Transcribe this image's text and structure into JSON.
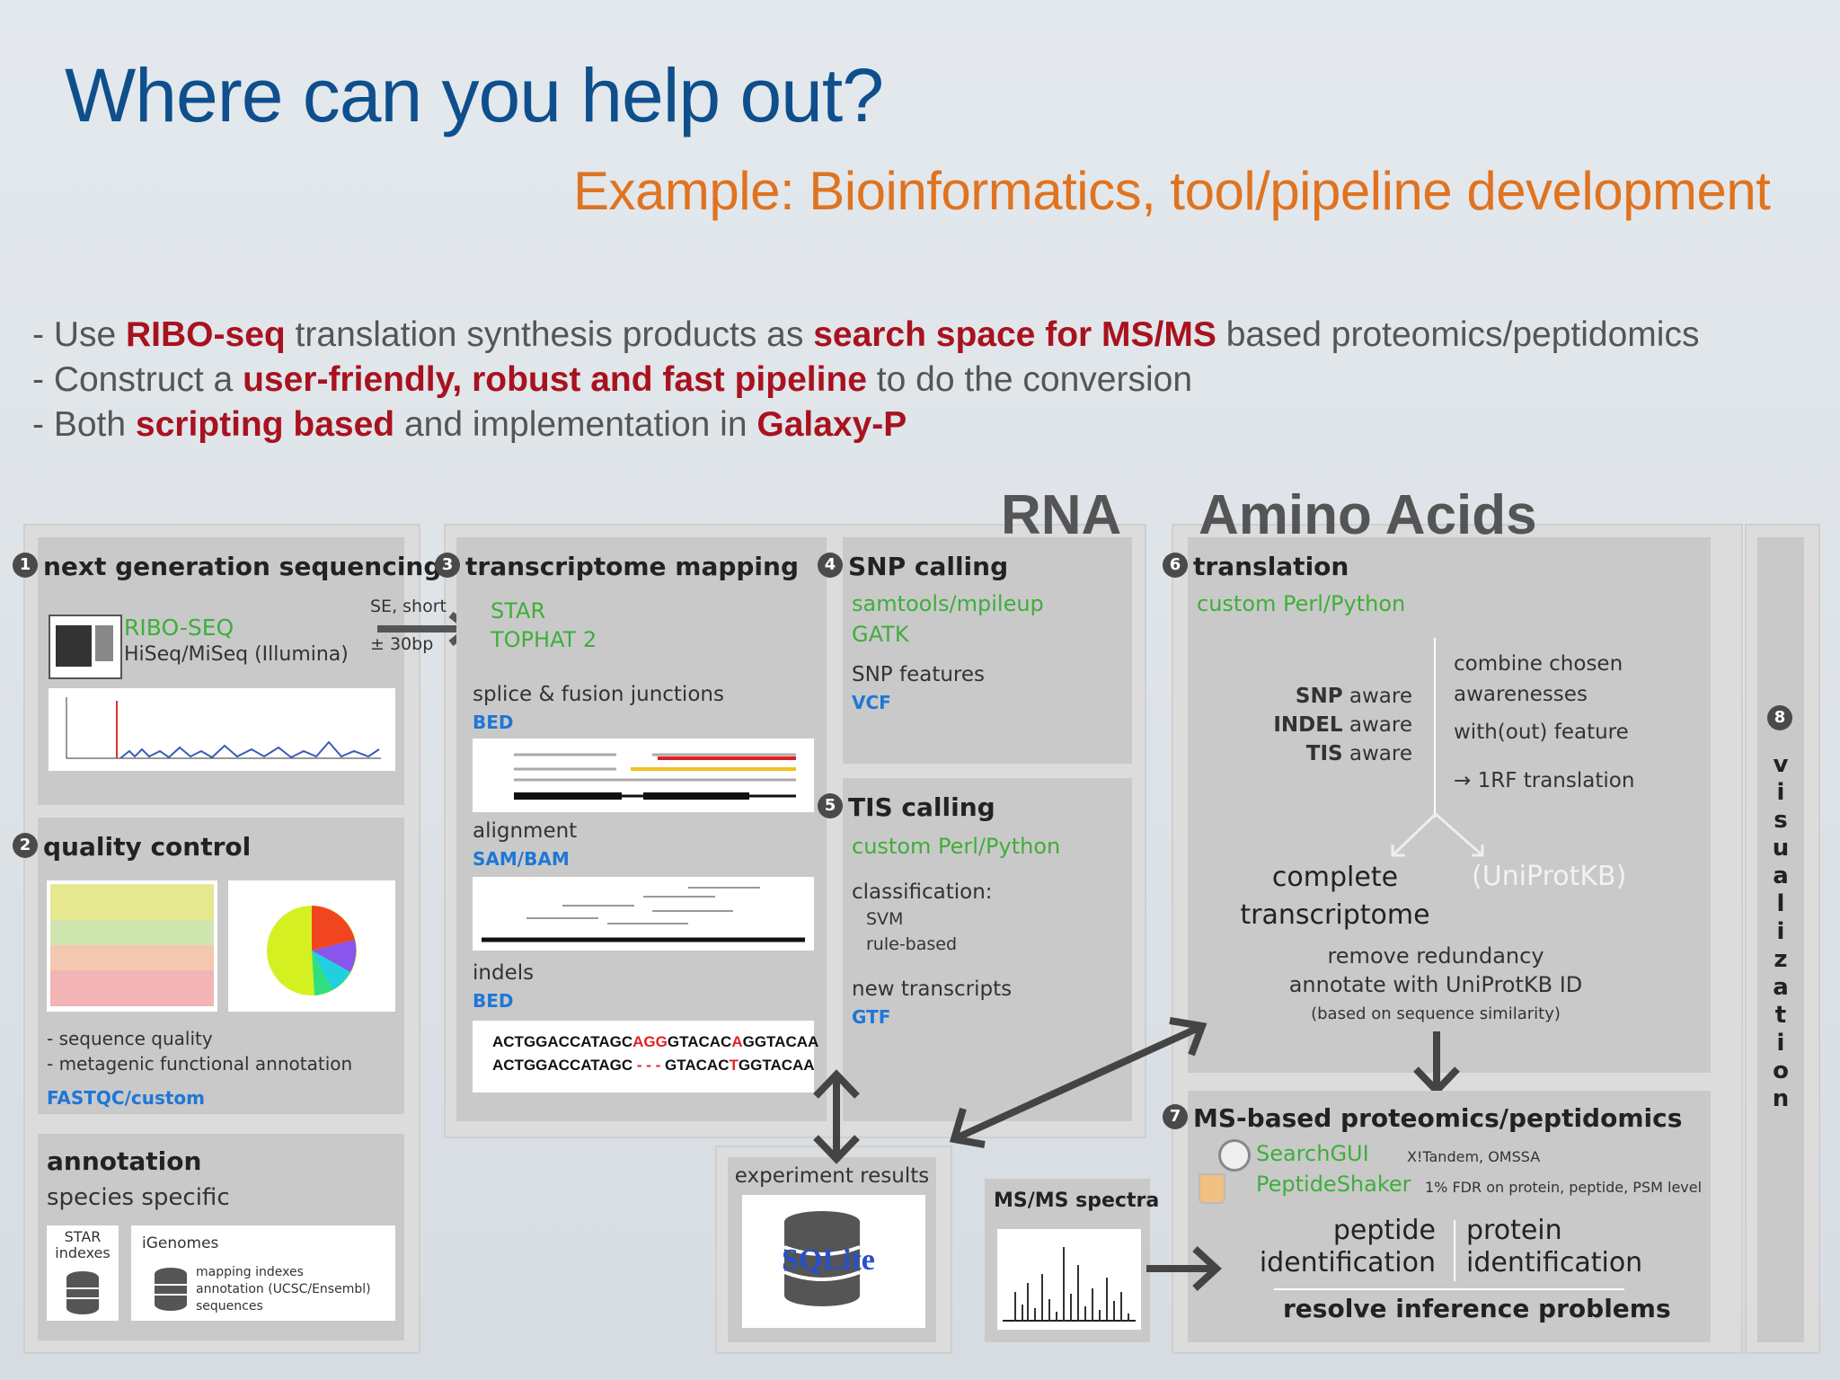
{
  "title": "Where can you help out?",
  "subtitle": "Example: Bioinformatics, tool/pipeline development",
  "bullets": {
    "b1": {
      "dash": "- Use ",
      "h1": "RIBO-seq",
      "t1": " translation synthesis products as ",
      "h2": "search space for MS/MS",
      "t2": " based proteomics/peptidomics"
    },
    "b2": {
      "dash": "- Construct a ",
      "h1": "user-friendly, robust and fast pipeline",
      "t1": " to do the conversion"
    },
    "b3": {
      "dash": "- Both ",
      "h1": "scripting based",
      "t1": " and implementation in ",
      "h2": "Galaxy-P"
    }
  },
  "diagram": {
    "rna": "RNA",
    "amino": "Amino Acids",
    "ngs": {
      "num": "1",
      "title": "next generation sequencing",
      "tool1": "RIBO-SEQ",
      "tool2": "HiSeq/MiSeq (Illumina)"
    },
    "arrow": {
      "l1": "SE, short",
      "l2": "± 30bp"
    },
    "qc": {
      "num": "2",
      "title": "quality control",
      "n1": "- sequence quality",
      "n2": "- metagenic functional annotation",
      "fmt": "FASTQC/custom"
    },
    "annotation": {
      "title": "annotation",
      "sub": "species specific",
      "star": "STAR\nindexes",
      "ig": "iGenomes",
      "ig1": "mapping indexes",
      "ig2": "annotation (UCSC/Ensembl)",
      "ig3": "sequences"
    },
    "tm": {
      "num": "3",
      "title": "transcriptome mapping",
      "tool1": "STAR",
      "tool2": "TOPHAT 2",
      "s1": "splice & fusion junctions",
      "f1": "BED",
      "s2": "alignment",
      "f2": "SAM/BAM",
      "s3": "indels",
      "f3": "BED",
      "seq1a": "ACTGGACCATAGC",
      "seq1b": "AGG",
      "seq1c": "GTACAC",
      "seq1d": "A",
      "seq1e": "GGTACAA",
      "seq2a": "ACTGGACCATAGC ",
      "seq2b": "- - -",
      "seq2c": " GTACAC",
      "seq2d": "T",
      "seq2e": "GGTACAA"
    },
    "snp": {
      "num": "4",
      "title": "SNP calling",
      "tool1": "samtools/mpileup",
      "tool2": "GATK",
      "s1": "SNP features",
      "f1": "VCF"
    },
    "tis": {
      "num": "5",
      "title": "TIS calling",
      "tool1": "custom Perl/Python",
      "s1": "classification:",
      "s2": "SVM",
      "s3": "rule-based",
      "s4": "new transcripts",
      "f1": "GTF"
    },
    "tr": {
      "num": "6",
      "title": "translation",
      "tool1": "custom Perl/Python",
      "a1b": "SNP",
      "a1": " aware",
      "a2b": "INDEL",
      "a2": " aware",
      "a3b": "TIS",
      "a3": " aware",
      "c1": "combine chosen",
      "c2": "awarenesses",
      "c3": "with(out) feature",
      "c4": "→ 1RF translation",
      "ct1": "complete",
      "ct2": "transcriptome",
      "uni": "(UniProtKB)",
      "r1": "remove redundancy",
      "r2": "annotate with UniProtKB ID",
      "r3": "(based on sequence similarity)"
    },
    "ms": {
      "num": "7",
      "title": "MS-based proteomics/peptidomics",
      "t1": "SearchGUI",
      "t1n": "X!Tandem, OMSSA",
      "t2": "PeptideShaker",
      "t2n": "1% FDR on protein, peptide, PSM level",
      "p1": "peptide",
      "p2": "identification",
      "q1": "protein",
      "q2": "identification",
      "res": "resolve inference problems"
    },
    "vis": {
      "num": "8",
      "letters": [
        "v",
        "i",
        "s",
        "u",
        "a",
        "l",
        "i",
        "z",
        "a",
        "t",
        "i",
        "o",
        "n"
      ]
    },
    "exp": {
      "title": "experiment results",
      "db": "SQLite"
    },
    "msms": {
      "title": "MS/MS spectra"
    }
  }
}
